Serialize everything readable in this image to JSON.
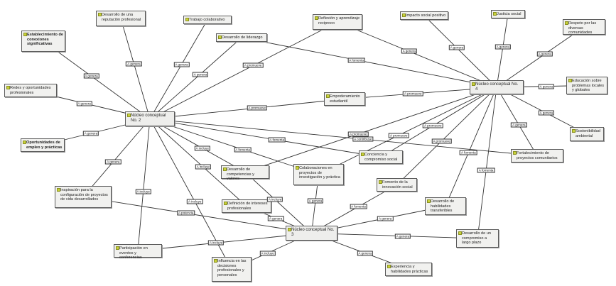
{
  "core_nodes": {
    "n2": "Núcleo conceptual No. 2",
    "n3": "Núcleo conceptual No. 3",
    "n4": "Núcleo conceptual No. 4"
  },
  "concepts": {
    "conexiones": "Establecimiento de conexiones significativas",
    "reputacion": "Desarrollo de una reputación profesional",
    "trabajo": "Trabajo colaborativo",
    "liderazgo": "Desarrollo de liderazgo",
    "redes": "Redes y oportunidades profesionales",
    "empleo": "Oportunidades de empleo y prácticas",
    "inspiracion": "Inspiración para la configuración de proyectos de vida desarrollados",
    "participacion": "Participación en eventos y conferencias",
    "influencia": "Influencia en las decisiones profesionales y personales",
    "intereses": "Definición de intereses profesionales",
    "competencias": "Desarrollo de competencias y valores",
    "colaboraciones": "Colaboraciones en proyectos de investigación y práctica",
    "conciencia": "Conciencia y compromiso social",
    "innovacion": "Fomento de la innovación social",
    "habilidades": "Desarrollo de habilidades transferibles",
    "compromiso": "Desarrollo de un compromiso a largo plazo",
    "experiencia": "Experiencia y habilidades prácticas",
    "empoderamiento": "Empoderamiento estudiantil",
    "fortalecimiento": "Fortalecimiento de proyectos comunitarios",
    "sostenibilidad": "Sostenibilidad ambiental",
    "educacion": "Educación sobre problemas locales y globales",
    "respeto": "Respeto por las diversas comunidades",
    "justicia": "Justicia social",
    "impacto": "Impacto social positivo",
    "reflexion": "Reflexión y aprendizaje reciproco"
  },
  "edge_labels": {
    "genera": "A genera",
    "incluye": "A incluye",
    "promueve": "A promueve",
    "fomenta": "A fomenta",
    "contribuye": "A contribuye",
    "potencia": "A potencia"
  }
}
